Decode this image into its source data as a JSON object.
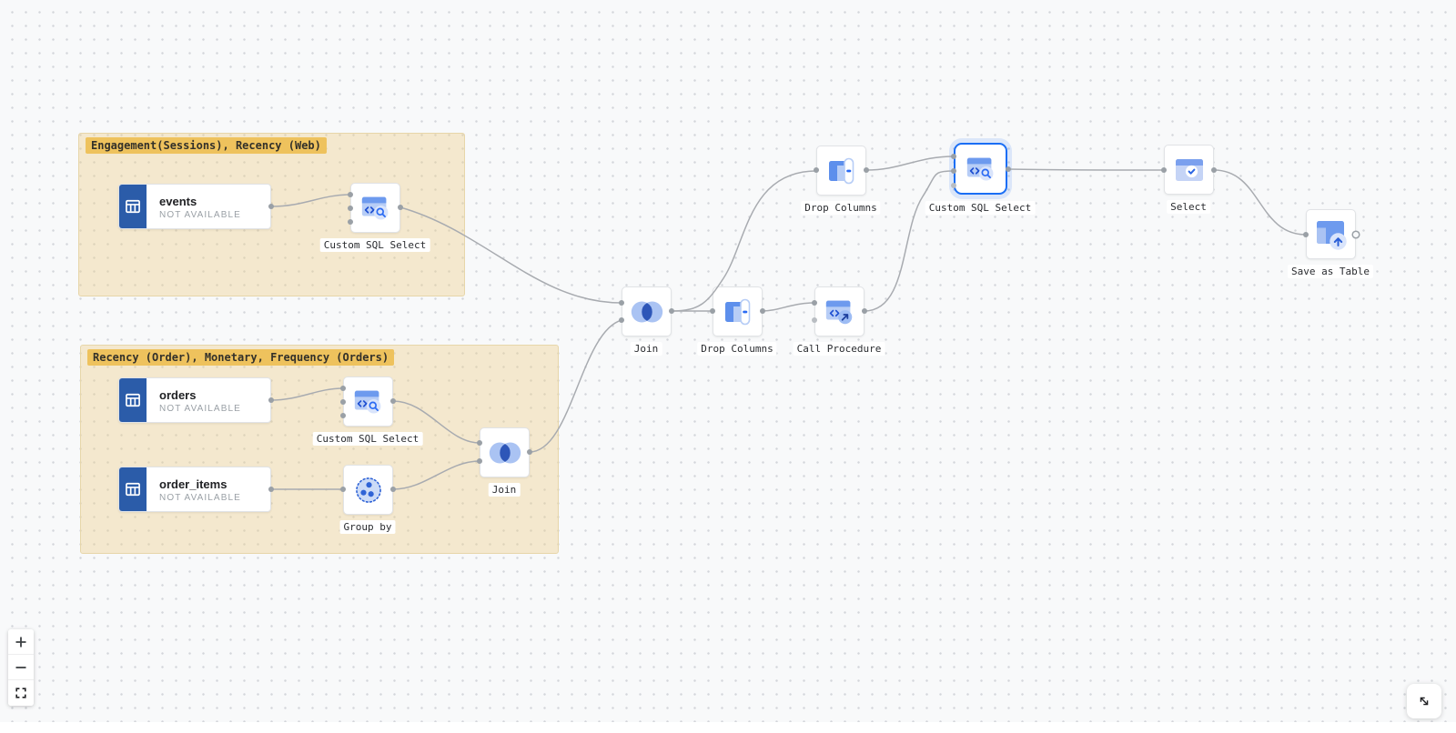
{
  "canvas": {
    "groups": [
      {
        "label": "Engagement(Sessions), Recency (Web)"
      },
      {
        "label": "Recency (Order), Monetary, Frequency (Orders)"
      }
    ],
    "nodes": {
      "events": {
        "title": "events",
        "status": "NOT AVAILABLE"
      },
      "sql_events": {
        "label": "Custom SQL Select"
      },
      "orders": {
        "title": "orders",
        "status": "NOT AVAILABLE"
      },
      "sql_orders": {
        "label": "Custom SQL Select"
      },
      "order_items": {
        "title": "order_items",
        "status": "NOT AVAILABLE"
      },
      "group_by": {
        "label": "Group by"
      },
      "join_orders": {
        "label": "Join"
      },
      "join_main": {
        "label": "Join"
      },
      "drop_columns_main": {
        "label": "Drop Columns"
      },
      "call_procedure": {
        "label": "Call Procedure"
      },
      "drop_columns_top": {
        "label": "Drop Columns"
      },
      "custom_sql_selected": {
        "label": "Custom SQL Select",
        "selected": true
      },
      "select": {
        "label": "Select"
      },
      "save_as_table": {
        "label": "Save as Table"
      }
    },
    "icons": {
      "table_source": "table-icon",
      "custom_sql_select": "code-search-icon",
      "join": "venn-join-icon",
      "drop_columns": "drop-column-minus-icon",
      "group_by": "dotted-circle-dots-icon",
      "call_procedure": "code-arrow-icon",
      "select": "window-check-icon",
      "save_as_table": "table-upload-icon",
      "zoom_in": "plus-icon",
      "zoom_out": "minus-icon",
      "fit_view": "fit-screen-icon",
      "resize": "resize-diagonal-icon"
    },
    "colors": {
      "canvas_background": "#f8f9fa",
      "group_background": "#f5ebd3",
      "group_chip": "#eec25d",
      "source_icon_background": "#2b5ca9",
      "selection_accent": "#1a6ef5",
      "edge": "#a8abb0",
      "icon_blue_medium": "#6d9aee",
      "icon_blue_light": "#b7cdf6",
      "icon_blue_dark": "#2d56b8"
    }
  }
}
